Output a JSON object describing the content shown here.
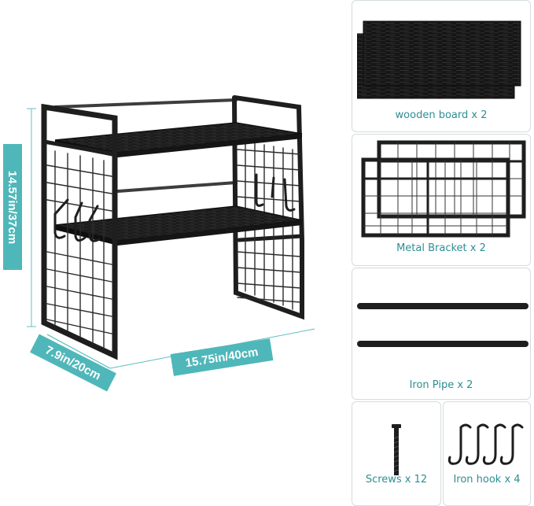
{
  "dimensions": {
    "height": "14.57in/37cm",
    "depth": "7.9in/20cm",
    "width": "15.75in/40cm"
  },
  "parts": {
    "board": "wooden board x 2",
    "bracket": "Metal Bracket x 2",
    "pipe": "Iron Pipe x 2",
    "screws": "Screws x 12",
    "hooks": "Iron hook x 4"
  },
  "colors": {
    "accent": "#4fb7b9",
    "caption": "#2c8f93",
    "metal": "#1e1e1e"
  }
}
